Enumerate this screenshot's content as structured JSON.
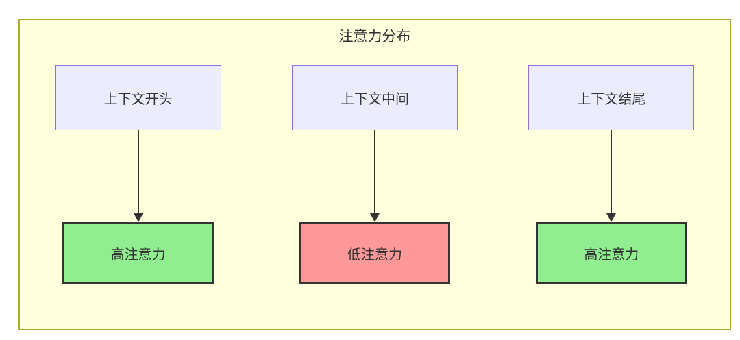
{
  "diagram": {
    "title": "注意力分布",
    "columns": [
      {
        "source": "上下文开头",
        "target": "高注意力",
        "target_type": "high"
      },
      {
        "source": "上下文中间",
        "target": "低注意力",
        "target_type": "low"
      },
      {
        "source": "上下文结尾",
        "target": "高注意力",
        "target_type": "high"
      }
    ],
    "colors": {
      "container_fill": "#FFFFDE",
      "container_border": "#AAAA33",
      "source_node_fill": "#ECECFF",
      "source_node_border": "#9370DB",
      "high_attention_fill": "#90EE90",
      "low_attention_fill": "#FF9999",
      "attention_node_border": "#333333",
      "arrow": "#333333",
      "text": "#333333"
    }
  }
}
